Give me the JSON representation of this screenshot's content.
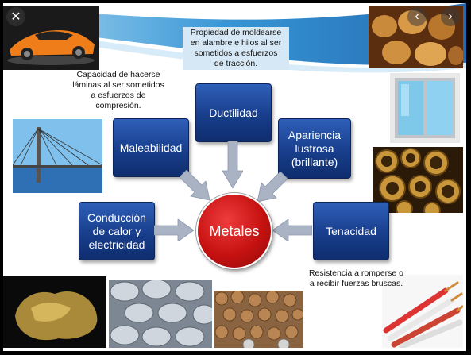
{
  "viewer": {
    "close_icon": "close-icon",
    "prev_icon": "chevron-left-icon",
    "next_icon": "chevron-right-icon",
    "close_glyph": "✕",
    "prev_glyph": "‹",
    "next_glyph": "›"
  },
  "diagram": {
    "center": "Metales",
    "properties": {
      "ductilidad": "Ductilidad",
      "maleabilidad": "Maleabilidad",
      "apariencia": "Apariencia\nlustrosa\n(brillante)",
      "conduccion": "Conducción\nde calor y\nelectricidad",
      "tenacidad": "Tenacidad"
    },
    "notes": {
      "ductilidad": "Propiedad de moldearse\nen alambre e hilos al ser\nsometidos a esfuerzos\nde tracción.",
      "maleabilidad": "Capacidad de hacerse\nláminas al ser sometidos\na esfuerzos de\ncompresión.",
      "tenacidad": "Resistencia a romperse o\na recibir fuerzas bruscas."
    }
  },
  "colors": {
    "box_blue": "#1f4a9e",
    "circle_red": "#c61111",
    "arrow_gray": "#a9b3c4",
    "swoosh_blue": "#1e88d0"
  }
}
